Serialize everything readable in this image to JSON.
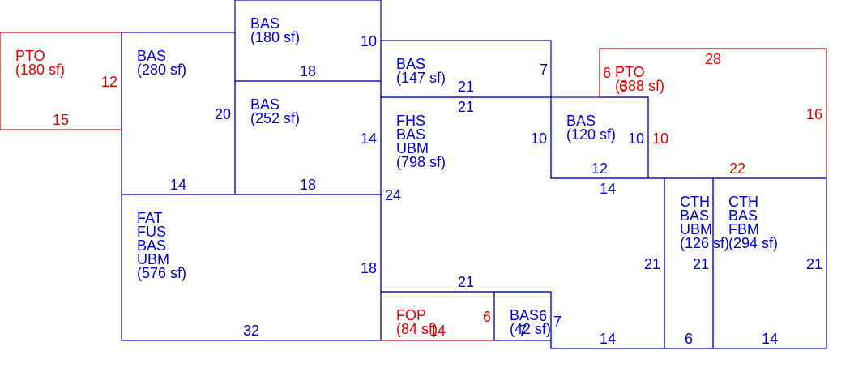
{
  "colors": {
    "structure": "#0000cc",
    "porch": "#dd0000",
    "background": "#ffffff"
  },
  "areas": [
    {
      "id": "pto-left",
      "kind": "porch",
      "lines": [
        "PTO",
        "(180 sf)"
      ]
    },
    {
      "id": "bas-280",
      "kind": "structure",
      "lines": [
        "BAS",
        "(280 sf)"
      ]
    },
    {
      "id": "bas-180",
      "kind": "structure",
      "lines": [
        "BAS",
        "(180 sf)"
      ]
    },
    {
      "id": "bas-252",
      "kind": "structure",
      "lines": [
        "BAS",
        "(252 sf)"
      ]
    },
    {
      "id": "bas-147",
      "kind": "structure",
      "lines": [
        "BAS",
        "(147 sf)"
      ]
    },
    {
      "id": "fhs-798",
      "kind": "structure",
      "lines": [
        "FHS",
        "BAS",
        "UBM",
        "(798 sf)"
      ]
    },
    {
      "id": "bas-120",
      "kind": "structure",
      "lines": [
        "BAS",
        "(120 sf)"
      ]
    },
    {
      "id": "pto-right",
      "kind": "porch",
      "lines": [
        "PTO",
        "(388 sf)"
      ]
    },
    {
      "id": "fat-576",
      "kind": "structure",
      "lines": [
        "FAT",
        "FUS",
        "BAS",
        "UBM",
        "(576 sf)"
      ]
    },
    {
      "id": "cth-126",
      "kind": "structure",
      "lines": [
        "CTH",
        "BAS",
        "UBM",
        "(126 sf)"
      ]
    },
    {
      "id": "cth-294",
      "kind": "structure",
      "lines": [
        "CTH",
        "BAS",
        "FBM",
        "(294 sf)"
      ]
    },
    {
      "id": "fop-84",
      "kind": "porch",
      "lines": [
        "FOP",
        "(84 sf)"
      ]
    },
    {
      "id": "bas-42",
      "kind": "structure",
      "lines": [
        "BAS",
        "(42 sf)"
      ]
    }
  ],
  "dimensions": [
    {
      "id": "pto-left-h",
      "kind": "porch",
      "text": "12"
    },
    {
      "id": "pto-left-w",
      "kind": "porch",
      "text": "15"
    },
    {
      "id": "bas280-h",
      "kind": "structure",
      "text": "20"
    },
    {
      "id": "bas280-w",
      "kind": "structure",
      "text": "14"
    },
    {
      "id": "bas180-h",
      "kind": "structure",
      "text": "10"
    },
    {
      "id": "bas180-w",
      "kind": "structure",
      "text": "18"
    },
    {
      "id": "bas252-h",
      "kind": "structure",
      "text": "14"
    },
    {
      "id": "bas252-w",
      "kind": "structure",
      "text": "18"
    },
    {
      "id": "bas147-w",
      "kind": "structure",
      "text": "21"
    },
    {
      "id": "bas147-h",
      "kind": "structure",
      "text": "7"
    },
    {
      "id": "fhs-top",
      "kind": "structure",
      "text": "21"
    },
    {
      "id": "fhs-left",
      "kind": "structure",
      "text": "24"
    },
    {
      "id": "fhs-right",
      "kind": "structure",
      "text": "10"
    },
    {
      "id": "fhs-bottom",
      "kind": "structure",
      "text": "21"
    },
    {
      "id": "bas120-h",
      "kind": "structure",
      "text": "10"
    },
    {
      "id": "bas120-w",
      "kind": "structure",
      "text": "12"
    },
    {
      "id": "pto-right-w",
      "kind": "porch",
      "text": "28"
    },
    {
      "id": "pto-right-h",
      "kind": "porch",
      "text": "16"
    },
    {
      "id": "pto-right-step-h",
      "kind": "porch",
      "text": "6"
    },
    {
      "id": "pto-right-step-w",
      "kind": "porch",
      "text": "6"
    },
    {
      "id": "pto-right-inner",
      "kind": "porch",
      "text": "10"
    },
    {
      "id": "pto-right-bottom",
      "kind": "porch",
      "text": "22"
    },
    {
      "id": "fat-h",
      "kind": "structure",
      "text": "18"
    },
    {
      "id": "fat-w",
      "kind": "structure",
      "text": "32"
    },
    {
      "id": "fhs-ext-w",
      "kind": "structure",
      "text": "14"
    },
    {
      "id": "fhs-ext-h",
      "kind": "structure",
      "text": "21"
    },
    {
      "id": "fhs-ext-bottom",
      "kind": "structure",
      "text": "14"
    },
    {
      "id": "cth126-h",
      "kind": "structure",
      "text": "21"
    },
    {
      "id": "cth126-w",
      "kind": "structure",
      "text": "6"
    },
    {
      "id": "cth294-h",
      "kind": "structure",
      "text": "21"
    },
    {
      "id": "cth294-w",
      "kind": "structure",
      "text": "14"
    },
    {
      "id": "fop-h",
      "kind": "porch",
      "text": "6"
    },
    {
      "id": "fop-w",
      "kind": "porch",
      "text": "14"
    },
    {
      "id": "bas42-h1",
      "kind": "structure",
      "text": "6"
    },
    {
      "id": "bas42-h2",
      "kind": "structure",
      "text": "7"
    },
    {
      "id": "bas42-w",
      "kind": "structure",
      "text": "7"
    }
  ]
}
